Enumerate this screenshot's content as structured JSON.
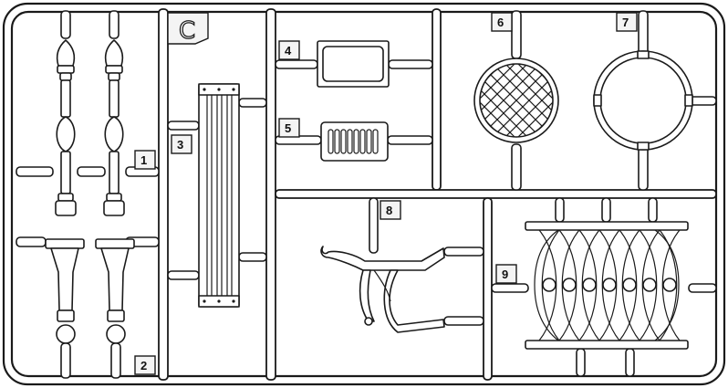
{
  "sprue": {
    "letter": "C",
    "parts": [
      {
        "number": "1"
      },
      {
        "number": "2"
      },
      {
        "number": "3"
      },
      {
        "number": "4"
      },
      {
        "number": "5"
      },
      {
        "number": "6"
      },
      {
        "number": "7"
      },
      {
        "number": "8"
      },
      {
        "number": "9"
      }
    ]
  },
  "colors": {
    "line": "#1a1a1a",
    "background": "#ffffff"
  }
}
